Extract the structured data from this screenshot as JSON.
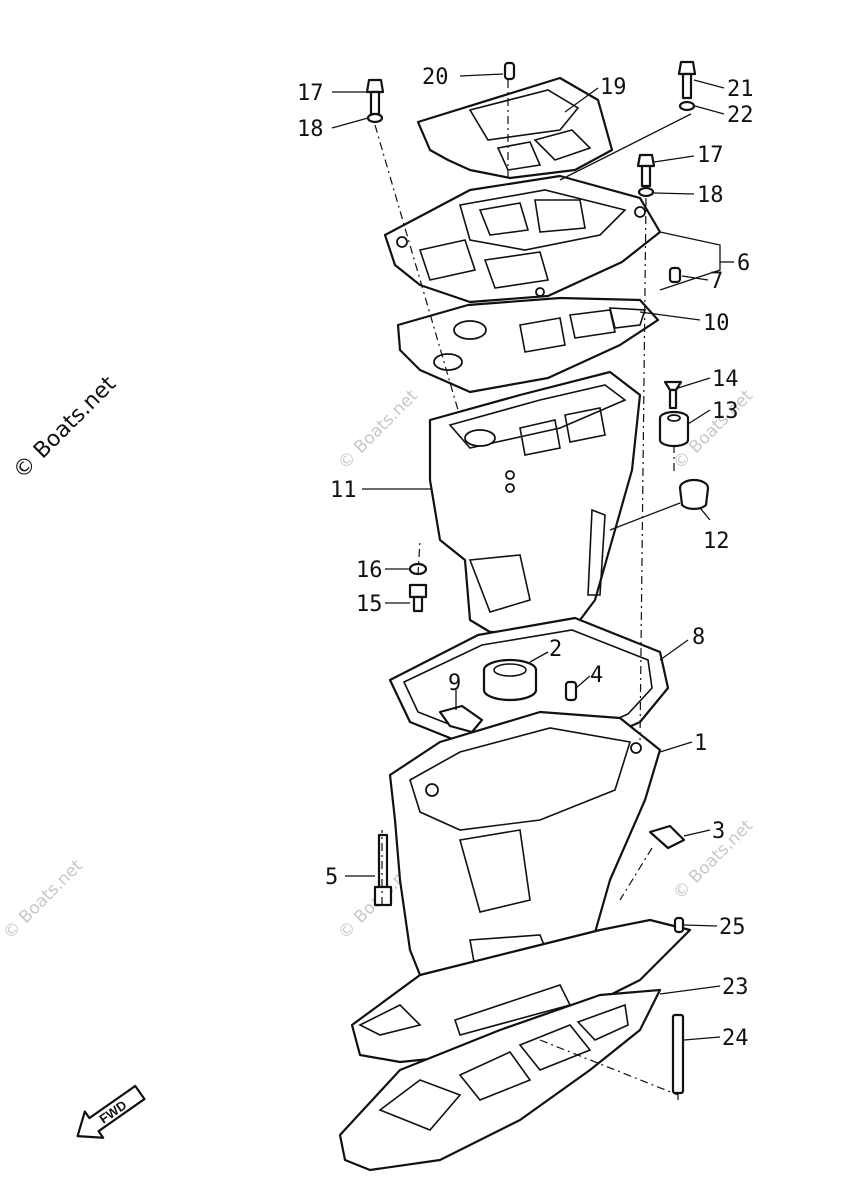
{
  "watermark": {
    "main": "© Boats.net",
    "faint": "© Boats.net"
  },
  "fwd_label": "FWD",
  "callouts": {
    "c1": "1",
    "c2": "2",
    "c3": "3",
    "c4": "4",
    "c5": "5",
    "c6": "6",
    "c7": "7",
    "c8": "8",
    "c9": "9",
    "c10": "10",
    "c11": "11",
    "c12": "12",
    "c13": "13",
    "c14": "14",
    "c15": "15",
    "c16": "16",
    "c17a": "17",
    "c17b": "17",
    "c18a": "18",
    "c18b": "18",
    "c19": "19",
    "c20": "20",
    "c21": "21",
    "c22": "22",
    "c23": "23",
    "c24": "24",
    "c25": "25"
  }
}
